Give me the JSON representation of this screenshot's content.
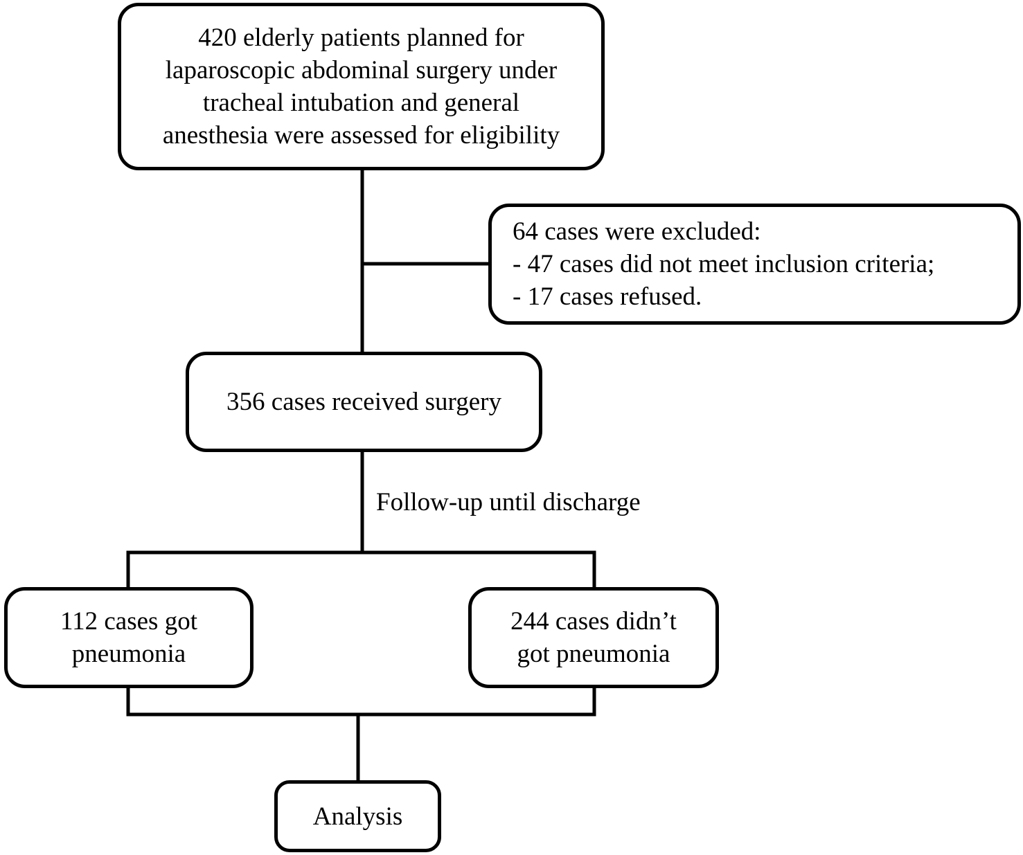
{
  "flowchart": {
    "eligibility_box": {
      "lines": [
        "420 elderly patients planned for",
        "laparoscopic abdominal surgery under",
        "tracheal intubation and general",
        "anesthesia were assessed for eligibility"
      ]
    },
    "excluded_box": {
      "lines": [
        "64 cases were excluded:",
        "- 47 cases did not meet inclusion criteria;",
        "- 17 cases refused."
      ]
    },
    "surgery_box": {
      "lines": [
        "356 cases received surgery"
      ]
    },
    "followup_label": "Follow-up until discharge",
    "pneumonia_box": {
      "lines": [
        "112 cases got",
        "pneumonia"
      ]
    },
    "no_pneumonia_box": {
      "lines": [
        "244 cases didn’t",
        "got pneumonia"
      ]
    },
    "analysis_box": {
      "lines": [
        "Analysis"
      ]
    }
  },
  "colors": {
    "stroke": "#000000",
    "background": "#ffffff"
  }
}
